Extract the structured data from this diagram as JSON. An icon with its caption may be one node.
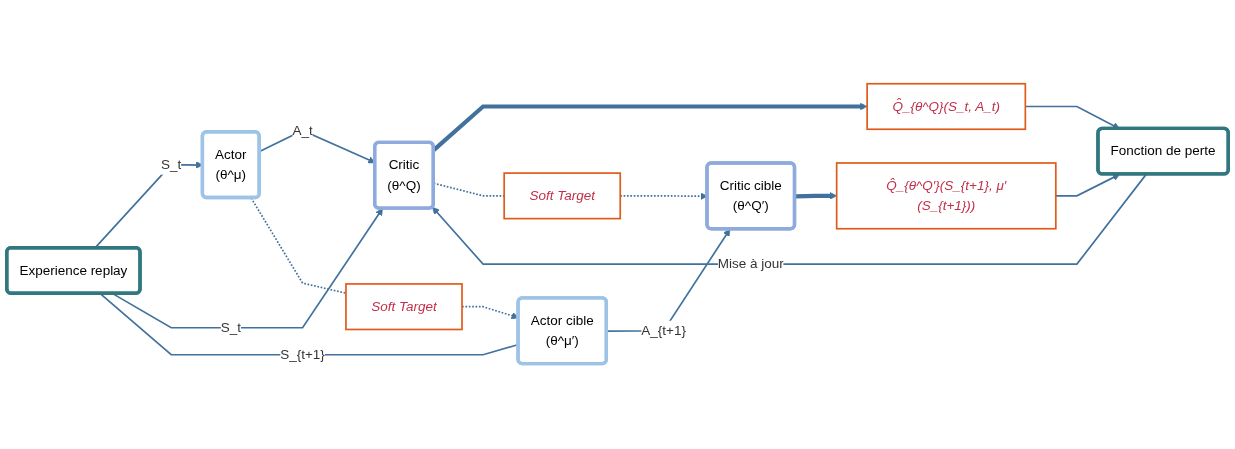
{
  "diagram": {
    "nodes": [
      {
        "text": [
          "Experience replay"
        ]
      },
      {
        "text": [
          "Actor",
          "(θ^μ)"
        ]
      },
      {
        "text": [
          "Critic",
          "(θ^Q)"
        ]
      },
      {
        "text": [
          "Q̂_{θ^Q}(S_t, A_t)"
        ]
      },
      {
        "text": [
          "Soft Target"
        ]
      },
      {
        "text": [
          "Soft Target"
        ]
      },
      {
        "text": [
          "Fonction de perte"
        ]
      },
      {
        "text": [
          "Actor cible",
          "(θ^μ′)"
        ]
      },
      {
        "text": [
          "Critic cible",
          "(θ^Q′)"
        ]
      },
      {
        "text": [
          "Q̂_{θ^Q′}(S_{t+1}, μ′(S_{t+1}))"
        ]
      }
    ],
    "edges": [
      {
        "from": 0,
        "to": 1,
        "arrow": "to",
        "label": "S_t"
      },
      {
        "from": 1,
        "to": 2,
        "arrow": "to",
        "label": "A_t"
      },
      {
        "from": 0,
        "to": 2,
        "arrow": "to",
        "label": "S_t"
      },
      {
        "from": 2,
        "to": 3,
        "arrow": "to",
        "style": "thick"
      },
      {
        "from": 3,
        "to": 6,
        "arrow": "to"
      },
      {
        "from": 1,
        "to": 4,
        "arrow": "none",
        "style": "dashed"
      },
      {
        "from": 4,
        "to": 7,
        "arrow": "to",
        "style": "dashed"
      },
      {
        "from": 2,
        "to": 5,
        "arrow": "none",
        "style": "dashed"
      },
      {
        "from": 5,
        "to": 8,
        "arrow": "to",
        "style": "dashed"
      },
      {
        "from": 0,
        "to": 7,
        "arrow": "none",
        "label": "S_{t+1}"
      },
      {
        "from": 7,
        "to": 8,
        "arrow": "to",
        "label": "A_{t+1}"
      },
      {
        "from": 8,
        "to": 9,
        "arrow": "to",
        "style": "thick"
      },
      {
        "from": 9,
        "to": 6,
        "arrow": "to"
      },
      {
        "from": 6,
        "to": 2,
        "arrow": "to",
        "label": "Mise à jour"
      }
    ]
  }
}
